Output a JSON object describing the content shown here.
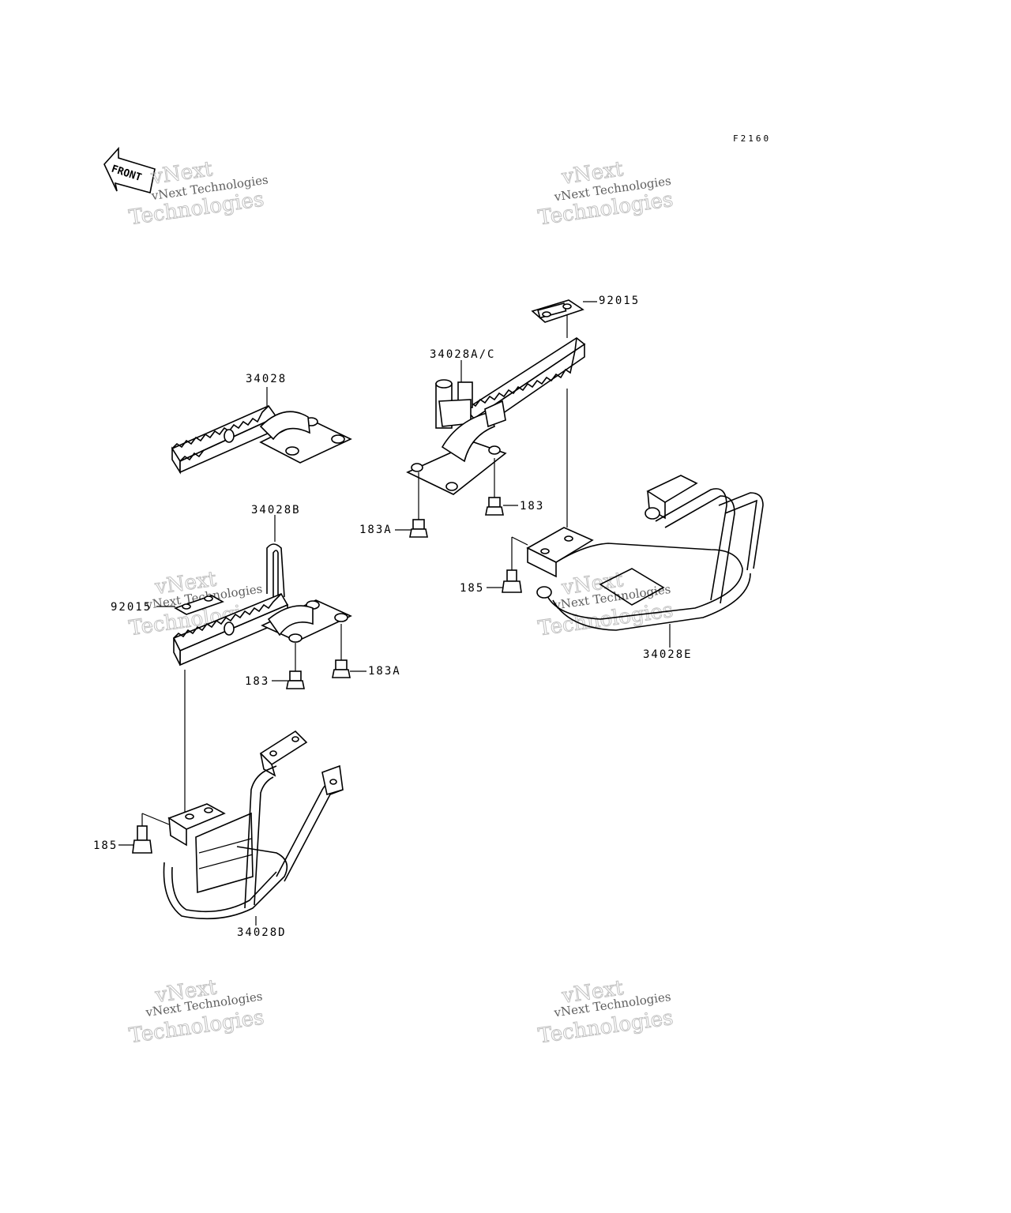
{
  "figure_code": "F2160",
  "front_label": "FRONT",
  "watermark": {
    "line1": "vNext Technologies",
    "line2": "Technologies",
    "line3": "vNext"
  },
  "parts": {
    "p92015_top": "92015",
    "p34028AC": "34028A/C",
    "p34028": "34028",
    "p183_right": "183",
    "p183A_left": "183A",
    "p34028B": "34028B",
    "p185_right": "185",
    "p92015_left": "92015",
    "p34028E": "34028E",
    "p183_lower": "183",
    "p183A_lower": "183A",
    "p185_left": "185",
    "p34028D": "34028D"
  }
}
